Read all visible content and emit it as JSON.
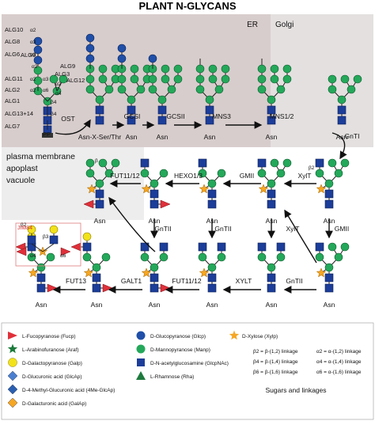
{
  "title": "PLANT N-GLYCANS",
  "regions": {
    "er": "ER",
    "golgi": "Golgi",
    "pm": [
      "plasma membrane",
      "apoplast",
      "vacuole"
    ]
  },
  "alg_labels": [
    "ALG10",
    "ALG8",
    "ALG6",
    "ALG9",
    "ALG11",
    "ALG2",
    "ALG1",
    "ALG13+14",
    "ALG7",
    "ALG3",
    "ALG12",
    "ALG9",
    "PP"
  ],
  "linkage_labels": [
    "α2",
    "α3",
    "α3",
    "α2",
    "α2",
    "α3",
    "α6",
    "α2",
    "α4",
    "α2",
    "β",
    "β4",
    "β4",
    "β2",
    "β2",
    "β3",
    "α4",
    "α6"
  ],
  "enzymes": [
    "OST",
    "GCSI",
    "GCSII",
    "MNS3",
    "MNS1/2",
    "GnTI",
    "XylT",
    "GMII",
    "HEXO1/3",
    "FUT11/12",
    "GMII",
    "GnTII",
    "GnTII",
    "XylT",
    "GnTII",
    "XYLT",
    "FUT11/12",
    "GALT1",
    "FUT13"
  ],
  "asn_labels": [
    "Asn-X-Ser/Thr",
    "Asn",
    "Asn",
    "Asn",
    "Asn",
    "Asn",
    "Asn",
    "Asn",
    "Asn",
    "Asn",
    "Asn",
    "Asn",
    "Asn",
    "Asn",
    "Asn",
    "Asn",
    "Asn"
  ],
  "jim84": "JIM84",
  "legend": {
    "left": [
      "L-Fucopyranose (Fucp)",
      "L-Arabinofuranose (Araf)",
      "D-Galactopyranose (Galp)",
      "D-Glucuronic acid (GlcAp)",
      "D-4-Methyl-Glucuronic acid (4Me-GlcAp)",
      "D-Galacturonic acid (GalAp)"
    ],
    "mid": [
      "D-Glucopyranose (Glcp)",
      "D-Mannopyranose (Manp)",
      "D-N-acetylglucosamine (GlcpNAc)",
      "L-Rhamnose (Rha)"
    ],
    "xylose": "D-Xylose (Xylp)",
    "linkages_a": [
      "β2 = β-(1,2) linkage",
      "β4 = β-(1,4) linkage",
      "β6 = β-(1,6) linkage"
    ],
    "linkages_b": [
      "α2 = α-(1,2) linkage",
      "α4 = α-(1,4) linkage",
      "α6 = α-(1,6) linkage"
    ],
    "sugars_title": "Sugars and linkages"
  },
  "colors": {
    "glc": "#1f4fa8",
    "man": "#24a85a",
    "glcnac": "#1c3d99",
    "fuc": "#e0303a",
    "xyl": "#f5a623",
    "gal": "#f2e21a",
    "araf": "#1a7a3a",
    "er": "#d8cdcd",
    "golgi": "#e4e0e0",
    "pm": "#ededed"
  }
}
